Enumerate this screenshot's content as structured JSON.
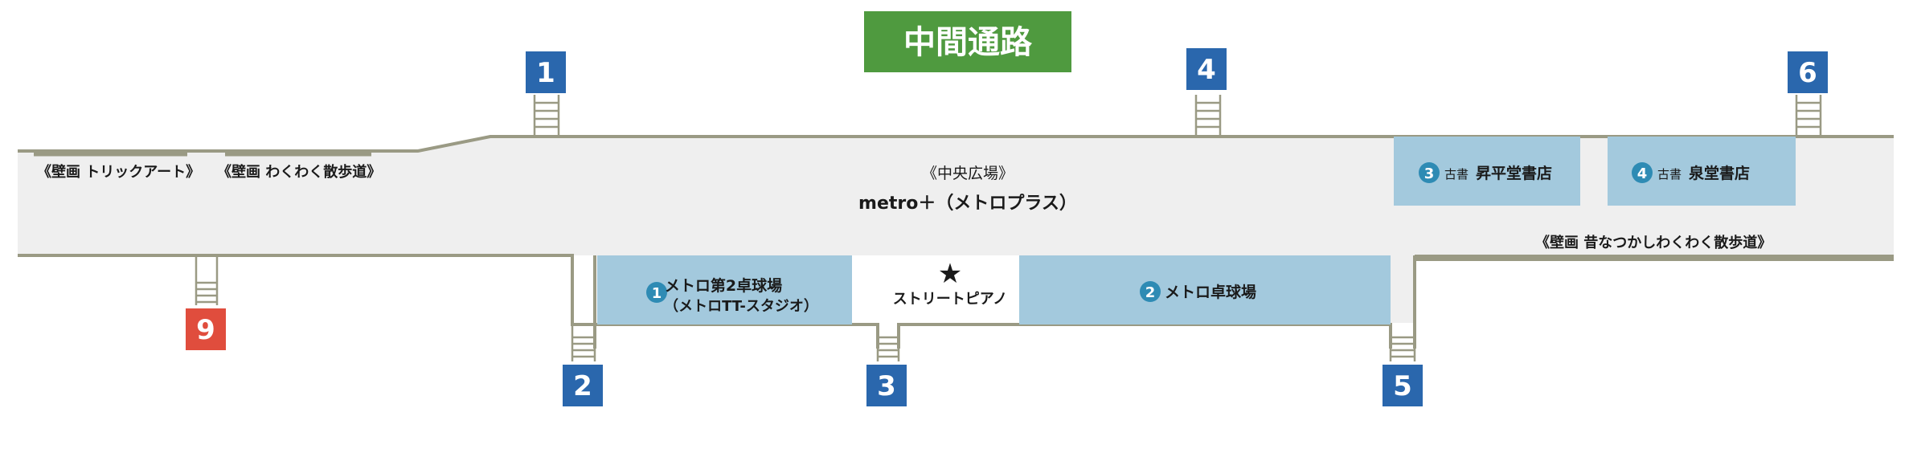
{
  "title": "中間通路",
  "colors": {
    "title_bg": "#4f9a3f",
    "exit_blue": "#2a67ad",
    "exit_red": "#e04d3d",
    "corridor_fill": "#efefef",
    "wall": "#9a9a84",
    "shop_fill": "#a3c9dd",
    "circle_fill": "#2e8bb4"
  },
  "exits": [
    {
      "label": "1",
      "color": "blue"
    },
    {
      "label": "2",
      "color": "blue"
    },
    {
      "label": "3",
      "color": "blue"
    },
    {
      "label": "4",
      "color": "blue"
    },
    {
      "label": "5",
      "color": "blue"
    },
    {
      "label": "6",
      "color": "blue"
    },
    {
      "label": "9",
      "color": "red"
    }
  ],
  "murals": {
    "trick_art": "《壁画 トリックアート》",
    "wakuwaku": "《壁画 わくわく散歩道》",
    "mukashi": "《壁画 昔なつかしわくわく散歩道》"
  },
  "plaza": {
    "name": "《中央広場》",
    "subtitle": "metro＋（メトロプラス）"
  },
  "facilities": [
    {
      "num": "1",
      "line1": "メトロ第2卓球場",
      "line2": "（メトロTT-スタジオ）"
    },
    {
      "num": "2",
      "line1": "メトロ卓球場"
    },
    {
      "num": "3",
      "tag": "古書",
      "name": "昇平堂書店"
    },
    {
      "num": "4",
      "tag": "古書",
      "name": "泉堂書店"
    }
  ],
  "piano": {
    "icon": "star-icon",
    "label": "ストリートピアノ"
  }
}
